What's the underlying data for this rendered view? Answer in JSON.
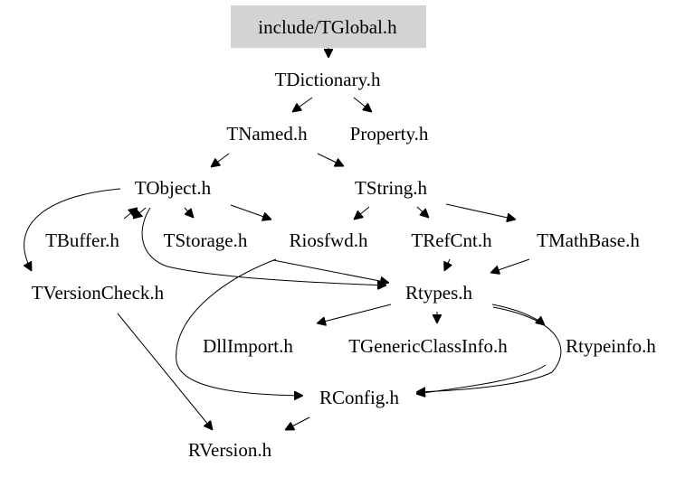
{
  "diagram": {
    "nodes": [
      {
        "id": "tglobal",
        "label": "include/TGlobal.h",
        "highlighted": true
      },
      {
        "id": "tdictionary",
        "label": "TDictionary.h"
      },
      {
        "id": "tnamed",
        "label": "TNamed.h"
      },
      {
        "id": "property",
        "label": "Property.h"
      },
      {
        "id": "tobject",
        "label": "TObject.h"
      },
      {
        "id": "tstring",
        "label": "TString.h"
      },
      {
        "id": "tbuffer",
        "label": "TBuffer.h"
      },
      {
        "id": "tstorage",
        "label": "TStorage.h"
      },
      {
        "id": "riosfwd",
        "label": "Riosfwd.h"
      },
      {
        "id": "trefcnt",
        "label": "TRefCnt.h"
      },
      {
        "id": "tmathbase",
        "label": "TMathBase.h"
      },
      {
        "id": "tversioncheck",
        "label": "TVersionCheck.h"
      },
      {
        "id": "rtypes",
        "label": "Rtypes.h"
      },
      {
        "id": "dllimport",
        "label": "DllImport.h"
      },
      {
        "id": "tgenericclassinfo",
        "label": "TGenericClassInfo.h"
      },
      {
        "id": "rtypeinfo",
        "label": "Rtypeinfo.h"
      },
      {
        "id": "rconfig",
        "label": "RConfig.h"
      },
      {
        "id": "rversion",
        "label": "RVersion.h"
      }
    ],
    "edges": [
      {
        "from": "tglobal",
        "to": "tdictionary"
      },
      {
        "from": "tdictionary",
        "to": "tnamed"
      },
      {
        "from": "tdictionary",
        "to": "property"
      },
      {
        "from": "tnamed",
        "to": "tobject"
      },
      {
        "from": "tnamed",
        "to": "tstring"
      },
      {
        "from": "tobject",
        "to": "tbuffer"
      },
      {
        "from": "tobject",
        "to": "tstorage"
      },
      {
        "from": "tobject",
        "to": "riosfwd"
      },
      {
        "from": "tobject",
        "to": "tversioncheck"
      },
      {
        "from": "tobject",
        "to": "rtypes"
      },
      {
        "from": "tbuffer",
        "to": "tobject"
      },
      {
        "from": "tstring",
        "to": "riosfwd"
      },
      {
        "from": "tstring",
        "to": "trefcnt"
      },
      {
        "from": "tstring",
        "to": "tmathbase"
      },
      {
        "from": "riosfwd",
        "to": "rtypes"
      },
      {
        "from": "riosfwd",
        "to": "rconfig"
      },
      {
        "from": "trefcnt",
        "to": "rtypes"
      },
      {
        "from": "tmathbase",
        "to": "rtypes"
      },
      {
        "from": "tversioncheck",
        "to": "rversion"
      },
      {
        "from": "rtypes",
        "to": "dllimport"
      },
      {
        "from": "rtypes",
        "to": "tgenericclassinfo"
      },
      {
        "from": "rtypes",
        "to": "rtypeinfo"
      },
      {
        "from": "rtypes",
        "to": "rconfig"
      },
      {
        "from": "rtypeinfo",
        "to": "rconfig"
      },
      {
        "from": "rconfig",
        "to": "rversion"
      }
    ],
    "colors": {
      "highlight_fill": "#d3d3d3",
      "stroke": "#000000",
      "background": "#ffffff"
    }
  }
}
